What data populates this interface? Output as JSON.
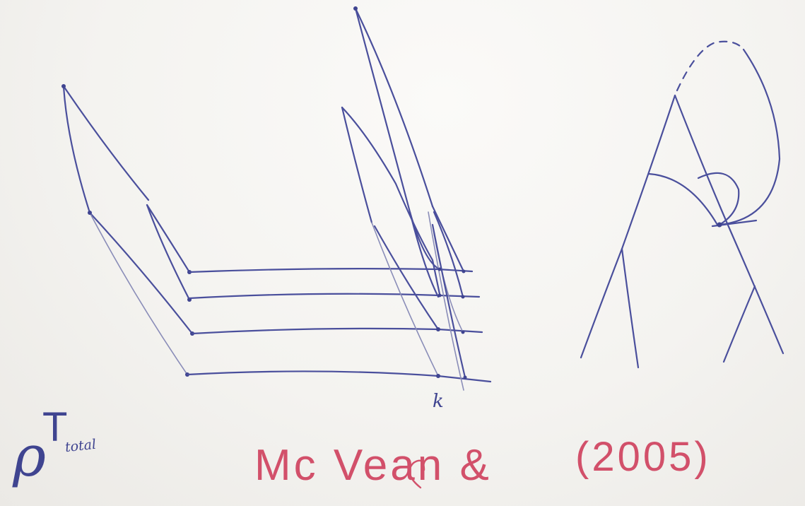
{
  "whiteboard": {
    "rho_symbol": "ρ",
    "t_symbol": "T",
    "t_subscript": "total",
    "k_label": "k",
    "author_text": "Mc Vean &",
    "year_text": "(2005)"
  },
  "colors": {
    "marker_blue": "#4a4f9c",
    "marker_red": "#d2506a",
    "board": "#f3f2ef"
  }
}
